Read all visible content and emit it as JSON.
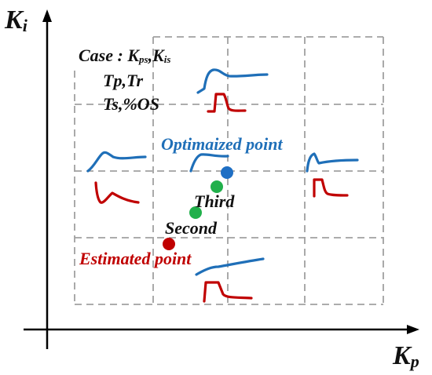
{
  "axes": {
    "y": {
      "main": "K",
      "sub": "i"
    },
    "x": {
      "main": "K",
      "sub": "p"
    }
  },
  "case_block": {
    "case_prefix": "Case : ",
    "case_kp": "K",
    "case_kp_sub": "ps",
    "case_sep": ",",
    "case_ki": "K",
    "case_ki_sub": "is",
    "line2": "Tp,Tr",
    "line3": "Ts,%OS"
  },
  "points": {
    "optimized": "Optimaized point",
    "third": "Third",
    "second": "Second",
    "estimated": "Estimated point"
  },
  "colors": {
    "blue_curve": "#1f6fb8",
    "red_curve": "#c00000",
    "optimized_dot": "#1f6fc4",
    "iteration_dot": "#21b04b",
    "estimated_dot": "#c00000",
    "optimized_text": "#1f6fb8",
    "estimated_text": "#c00000",
    "grid": "#a0a0a0"
  }
}
